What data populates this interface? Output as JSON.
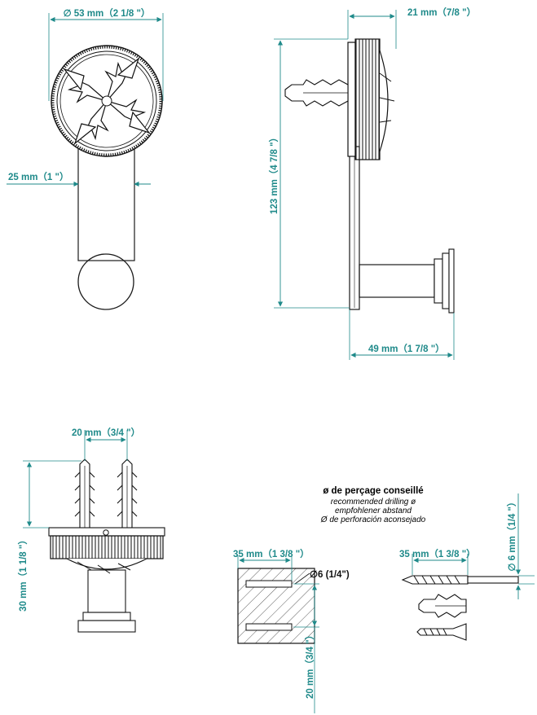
{
  "colors": {
    "dimension": "#1f8a8a",
    "line": "#1a1a1a"
  },
  "dims": {
    "knob_diameter": "∅  53 mm（2 1/8 \"）",
    "depth": "21 mm（7/8 \"）",
    "height": "123 mm（4 7/8 \"）",
    "stem_width": "25 mm（1 \"）",
    "projection": "49 mm（1 7/8 \"）",
    "anchor_spacing": "20 mm（3/4 \"）",
    "base_height": "30 mm（1 1/8 \"）",
    "block_width": "35 mm（1 3/8 \"）",
    "hole_diameter": "∅6 (1/4\")",
    "hole_spacing": "20 mm（3/4 \"）",
    "drill_length": "35 mm（1 3/8 \"）",
    "drill_diameter": "∅  6 mm（1/4 \"）"
  },
  "note": {
    "title": "ø de perçage conseillé",
    "en": "recommended drilling ø",
    "de": "empfohlener abstand",
    "es": "Ø de perforación aconsejado"
  }
}
